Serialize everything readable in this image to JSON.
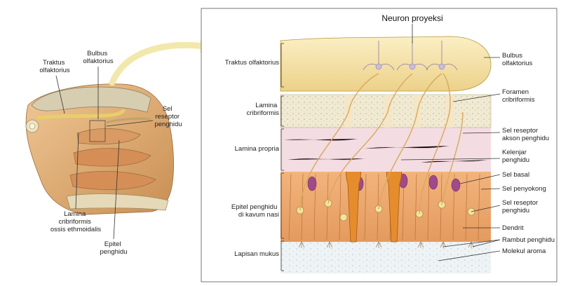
{
  "left_panel": {
    "labels": {
      "traktus": [
        "Traktus",
        "olfaktorius"
      ],
      "bulbus": [
        "Bulbus",
        "olfaktorius"
      ],
      "sel_reseptor": [
        "Sel",
        "reseptor",
        "penghidu"
      ],
      "lamina": [
        "Lamina",
        "cribriformis",
        "ossis ethmoidalis"
      ],
      "epitel": [
        "Epitel",
        "penghidu"
      ]
    }
  },
  "right_panel": {
    "title": "Neuron proyeksi",
    "left_labels": {
      "traktus": "Traktus olfaktorius",
      "lamina": [
        "Lamina",
        "cribriformis"
      ],
      "lamina_propria": "Lamina propria",
      "epitel": [
        "Epitel penghidu",
        "di kavum nasi"
      ],
      "lapisan": "Lapisan mukus"
    },
    "right_labels": {
      "bulbus": [
        "Bulbus",
        "olfaktorius"
      ],
      "foramen": [
        "Foramen",
        "cribriformis"
      ],
      "sel_reseptor_akson": [
        "Sel reseptor",
        "akson penghidu"
      ],
      "kelenjar": [
        "Kelenjar",
        "penghidu"
      ],
      "sel_basal": "Sel basal",
      "sel_penyokong": "Sel penyokong",
      "sel_reseptor": [
        "Sel reseptor",
        "penghidu"
      ],
      "dendrit": "Dendrit",
      "rambut": "Rambut penghidu",
      "molekul": "Molekul aroma"
    }
  },
  "colors": {
    "skin": "#e3b27a",
    "bone": "#efe7cf",
    "brain": "#cfc6a8",
    "bulb": "#f6e3a8",
    "propria": "#f3dbe0",
    "epithelium": "#eeaa72",
    "gland": "#e08a2a",
    "basal_cell": "#a04a8a",
    "mucus": "#eaf0f3",
    "arrow": "#f5ecb0"
  }
}
